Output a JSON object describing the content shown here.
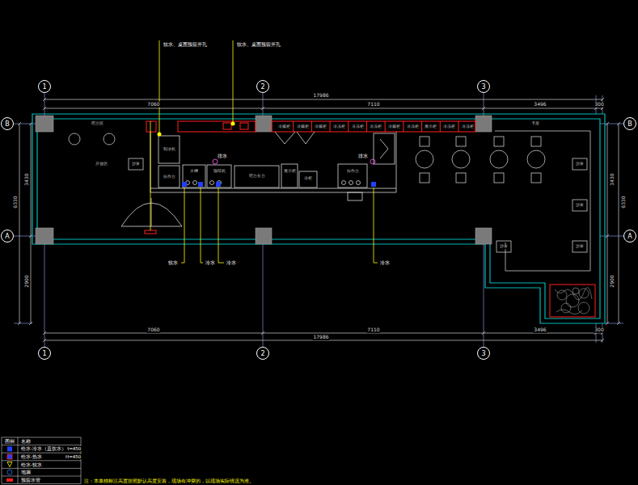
{
  "diagram": {
    "nodes": [
      {
        "text": [
          "1"
        ]
      },
      {
        "text": [
          "2"
        ]
      },
      {
        "text": [
          "3"
        ]
      },
      {
        "text": [
          "B"
        ]
      },
      {
        "text": [
          "B"
        ]
      },
      {
        "text": [
          "A"
        ]
      },
      {
        "text": [
          "A"
        ]
      },
      {
        "text": [
          "1"
        ]
      },
      {
        "text": [
          "2"
        ]
      },
      {
        "text": [
          "3"
        ]
      }
    ],
    "labels": [
      "17986",
      "7060",
      "7110",
      "3496",
      "300",
      "3430",
      "6330",
      "2900",
      "3430",
      "6330",
      "2900",
      "7060",
      "7110",
      "3496",
      "300",
      "17986",
      "软水、桌面预留开孔",
      "软水、桌面预留开孔",
      "排水",
      "排水",
      "软水",
      "冷水",
      "冷水",
      "冷水",
      "吧台区",
      "开放区",
      "制冰机",
      "操作台",
      "水槽",
      "咖啡机",
      "吧台长台",
      "展示柜",
      "冷柜",
      "操作台",
      "冷藏柜",
      "冷藏柜",
      "冷藏柜",
      "冷冻柜",
      "冷冻柜",
      "冷冻柜",
      "冷藏柜",
      "冷冻柜",
      "展示柜",
      "冷冻柜",
      "冷冻柜",
      "卡座",
      "沙发",
      "沙发",
      "沙发",
      "沙发",
      "沙发",
      "图例",
      "名称",
      "H=450",
      "H=450",
      "注：本单独标注高度按照默认高度安装，现场有冲突的，以现场实际情况为准。"
    ],
    "legend": [
      {
        "text": "给水-冷水（直饮水）"
      },
      {
        "text": "给水-热水"
      },
      {
        "text": "给水-软水"
      },
      {
        "text": "地漏"
      },
      {
        "text": "预留水管"
      }
    ]
  }
}
